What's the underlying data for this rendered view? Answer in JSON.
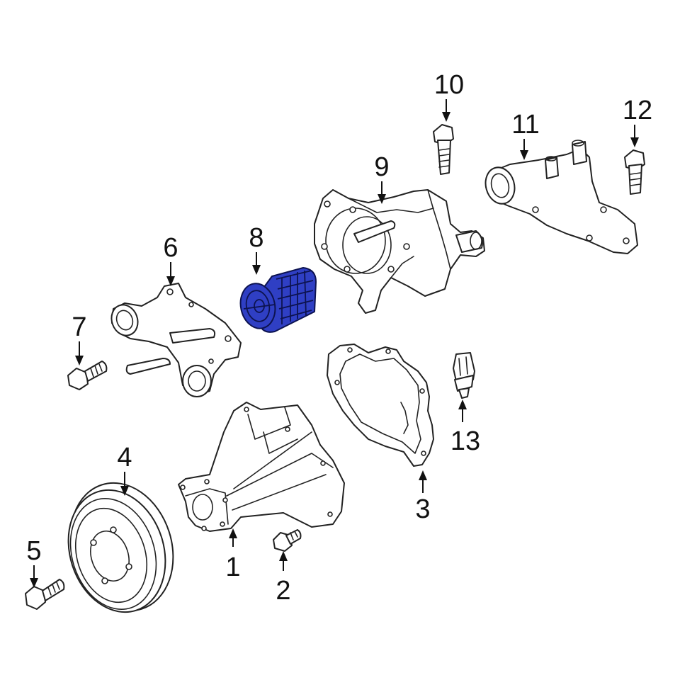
{
  "diagram": {
    "highlight_color": "#2f3fc4",
    "callouts": [
      {
        "id": "1",
        "label": "1"
      },
      {
        "id": "2",
        "label": "2"
      },
      {
        "id": "3",
        "label": "3"
      },
      {
        "id": "4",
        "label": "4"
      },
      {
        "id": "5",
        "label": "5"
      },
      {
        "id": "6",
        "label": "6"
      },
      {
        "id": "7",
        "label": "7"
      },
      {
        "id": "8",
        "label": "8"
      },
      {
        "id": "9",
        "label": "9"
      },
      {
        "id": "10",
        "label": "10"
      },
      {
        "id": "11",
        "label": "11"
      },
      {
        "id": "12",
        "label": "12"
      },
      {
        "id": "13",
        "label": "13"
      }
    ]
  }
}
